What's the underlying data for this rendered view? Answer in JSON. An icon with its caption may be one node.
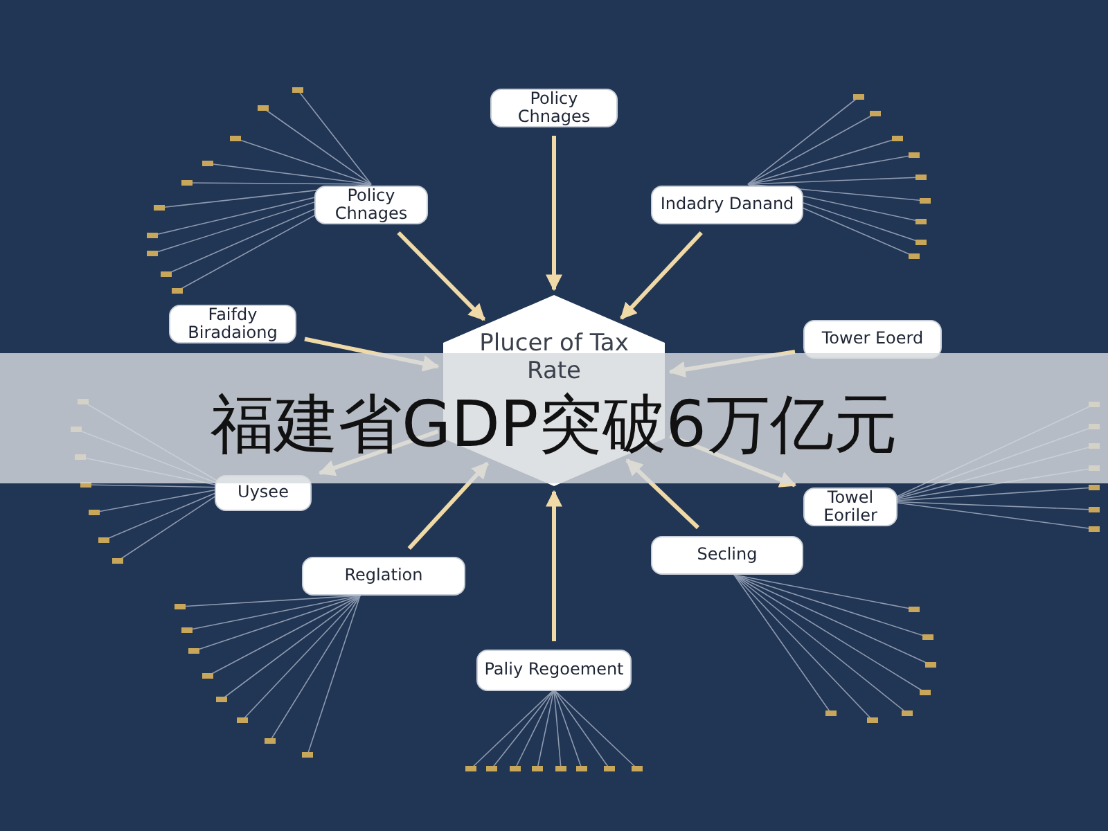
{
  "diagram": {
    "title": "福建省GDP突破6万亿元",
    "nodes": [
      {
        "text": [
          "Plucer of Tax Rate"
        ]
      },
      {
        "text": [
          "Policy Chnages"
        ]
      },
      {
        "text": [
          "Policy Chnages"
        ]
      },
      {
        "text": [
          "Indadry Danand"
        ]
      },
      {
        "text": [
          "Faifdy Biradaiong"
        ]
      },
      {
        "text": [
          "Tower Eoerd"
        ]
      },
      {
        "text": [
          "Uysee"
        ]
      },
      {
        "text": [
          "Towel Eoriler"
        ]
      },
      {
        "text": [
          "Secling"
        ]
      },
      {
        "text": [
          "Reglation"
        ]
      },
      {
        "text": [
          "Paliy Regoement"
        ]
      }
    ],
    "edges": [
      {
        "from": 1,
        "to": 0,
        "arrow": "to"
      },
      {
        "from": 2,
        "to": 0,
        "arrow": "to"
      },
      {
        "from": 3,
        "to": 0,
        "arrow": "to"
      },
      {
        "from": 4,
        "to": 0,
        "arrow": "to"
      },
      {
        "from": 5,
        "to": 0,
        "arrow": "to"
      },
      {
        "from": 0,
        "to": 6,
        "arrow": "to"
      },
      {
        "from": 0,
        "to": 7,
        "arrow": "to"
      },
      {
        "from": 8,
        "to": 0,
        "arrow": "to"
      },
      {
        "from": 9,
        "to": 0,
        "arrow": "to"
      },
      {
        "from": 10,
        "to": 0,
        "arrow": "to"
      }
    ]
  }
}
